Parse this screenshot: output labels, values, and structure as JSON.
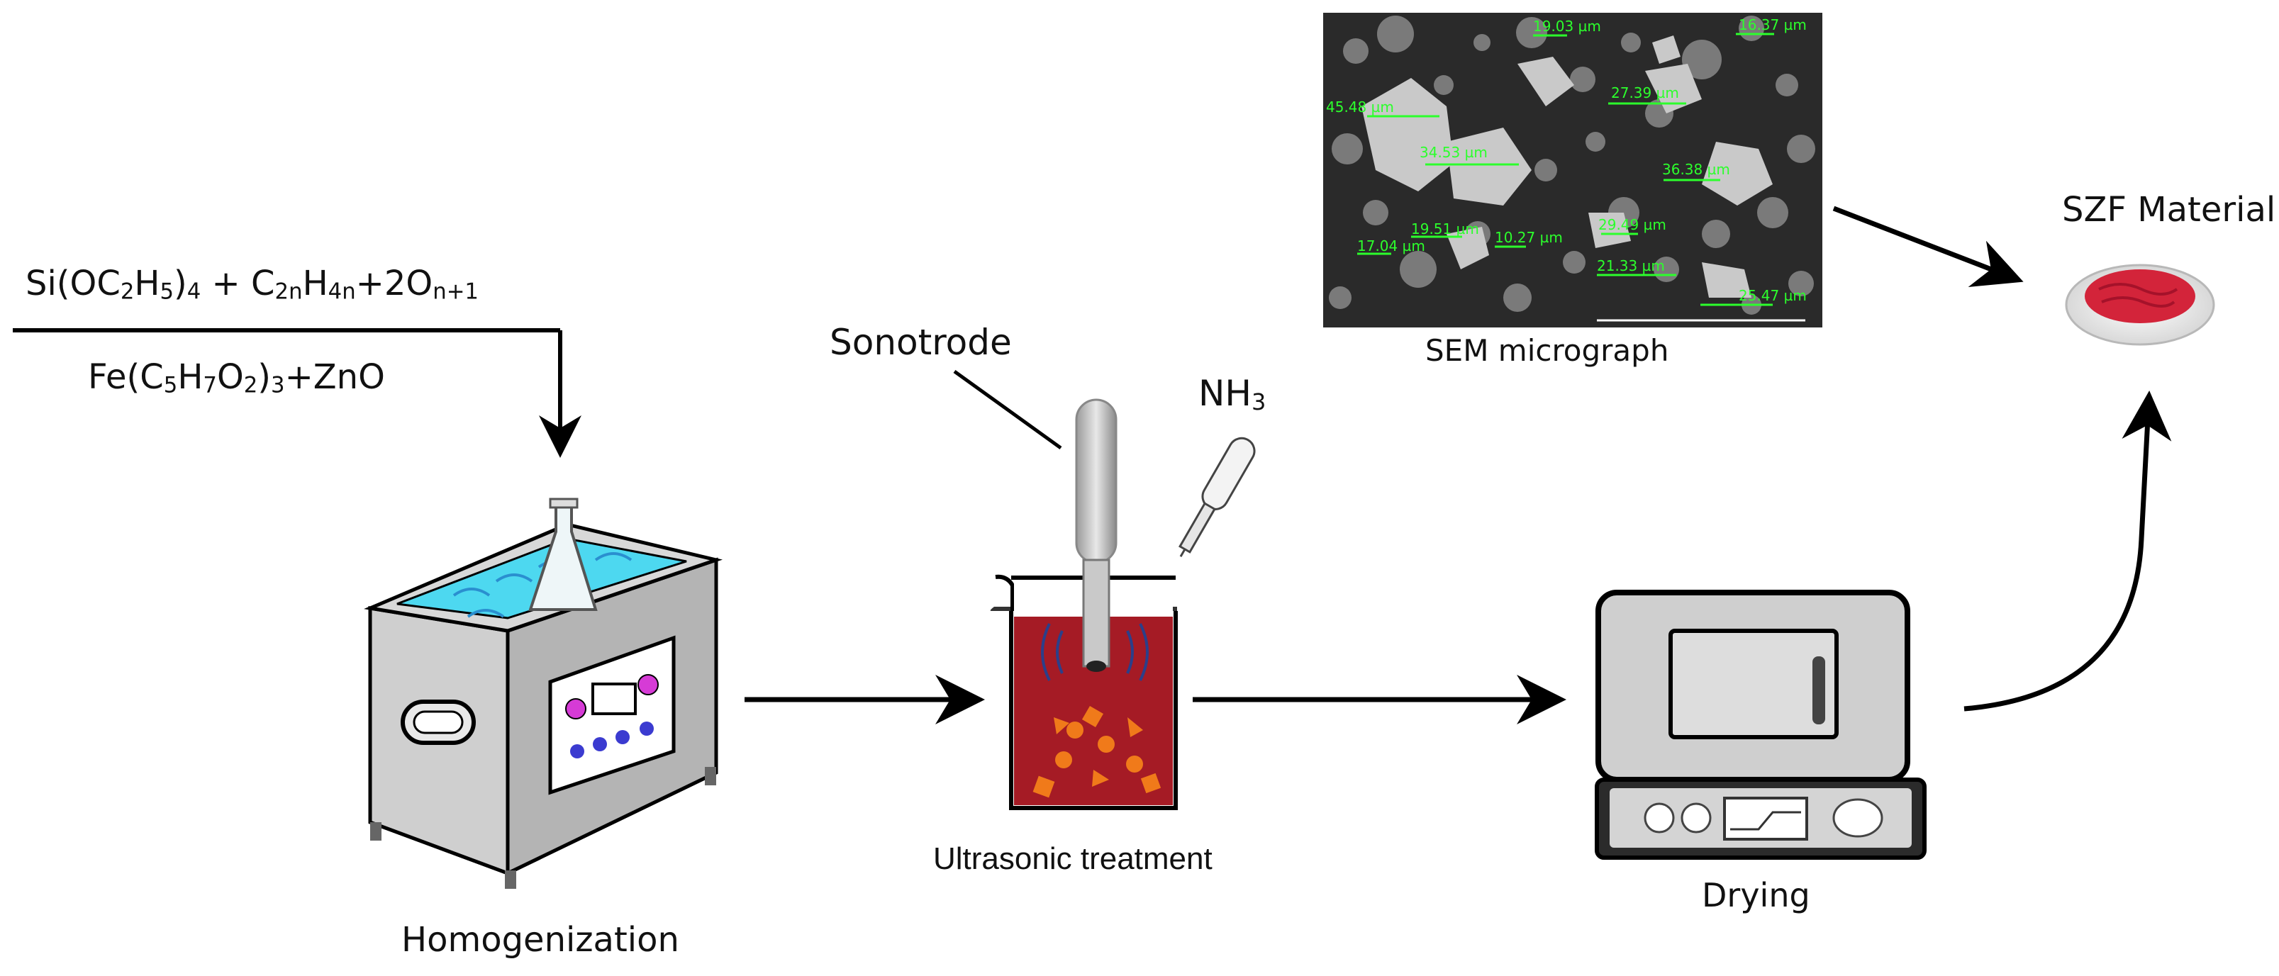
{
  "reactants": {
    "formula_top": {
      "p1": "Si(OC",
      "s1": "2",
      "p2": "H",
      "s2": "5",
      "p3": ")",
      "s3": "4",
      "p4": " + C",
      "s4": "2n",
      "p5": "H",
      "s5": "4n",
      "p6": "+2O",
      "s6": "n+1"
    },
    "formula_bottom": {
      "p1": "Fe(C",
      "s1": "5",
      "p2": "H",
      "s2": "7",
      "p3": "O",
      "s3": "2",
      "p4": ")",
      "s4": "3",
      "p5": "+ZnO"
    }
  },
  "labels": {
    "sonotrode": "Sonotrode",
    "nh3": {
      "base": "NH",
      "sub": "3"
    },
    "sem": "SEM micrograph",
    "szf": "SZF Material",
    "homogenization": "Homogenization",
    "ultrasonic": "Ultrasonic treatment",
    "drying": "Drying"
  },
  "sem_sizes": [
    "19.03 µm",
    "16.37 µm",
    "45.48 µm",
    "27.39 µm",
    "34.53 µm",
    "36.38 µm",
    "19.51 µm",
    "10.27 µm",
    "17.04 µm",
    "29.49 µm",
    "21.33 µm",
    "25.47 µm"
  ],
  "colors": {
    "water": "#4dd8f0",
    "tank": "#c9c9c9",
    "solution": "#a51b25",
    "particles": "#f07a1a",
    "sem_label": "#2cff2c",
    "szf_powder": "#d3243a"
  }
}
